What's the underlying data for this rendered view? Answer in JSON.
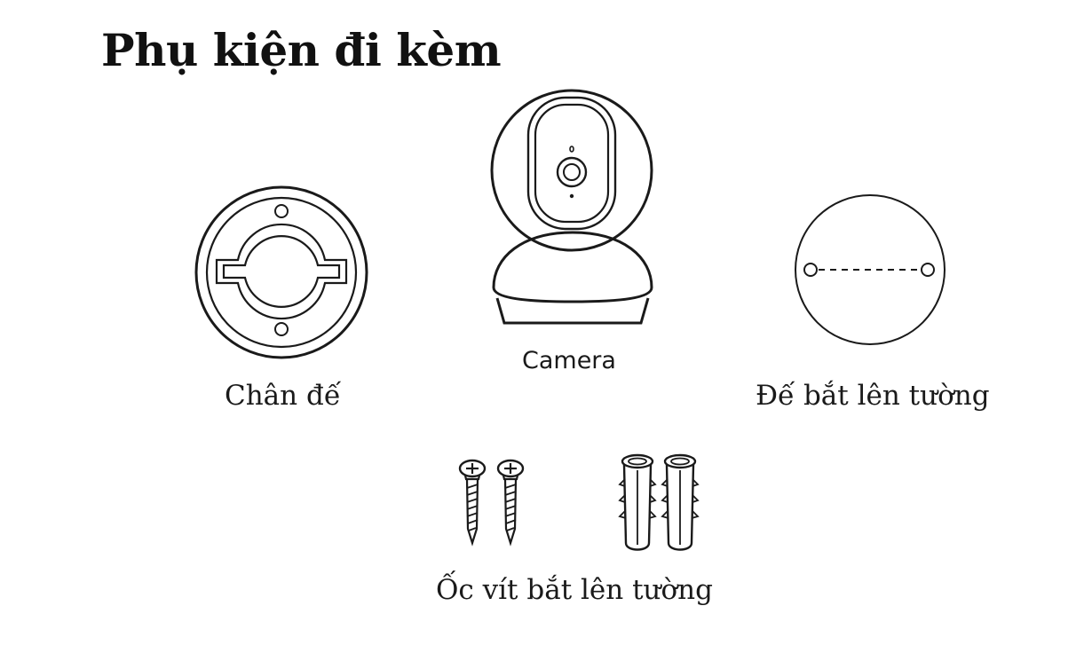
{
  "page": {
    "title": "Phụ kiện đi kèm"
  },
  "items": {
    "base_mount": {
      "caption": "Chân đế",
      "icon": "base-mount-icon"
    },
    "camera": {
      "caption": "Camera",
      "icon": "camera-icon"
    },
    "wall_mount": {
      "caption": "Đế bắt lên tường",
      "icon": "wall-mount-icon"
    },
    "screws": {
      "caption": "Ốc vít bắt lên tường",
      "icon": "screw-and-anchor-icon"
    }
  },
  "colors": {
    "ink": "#1a1a1a",
    "background": "#ffffff"
  }
}
